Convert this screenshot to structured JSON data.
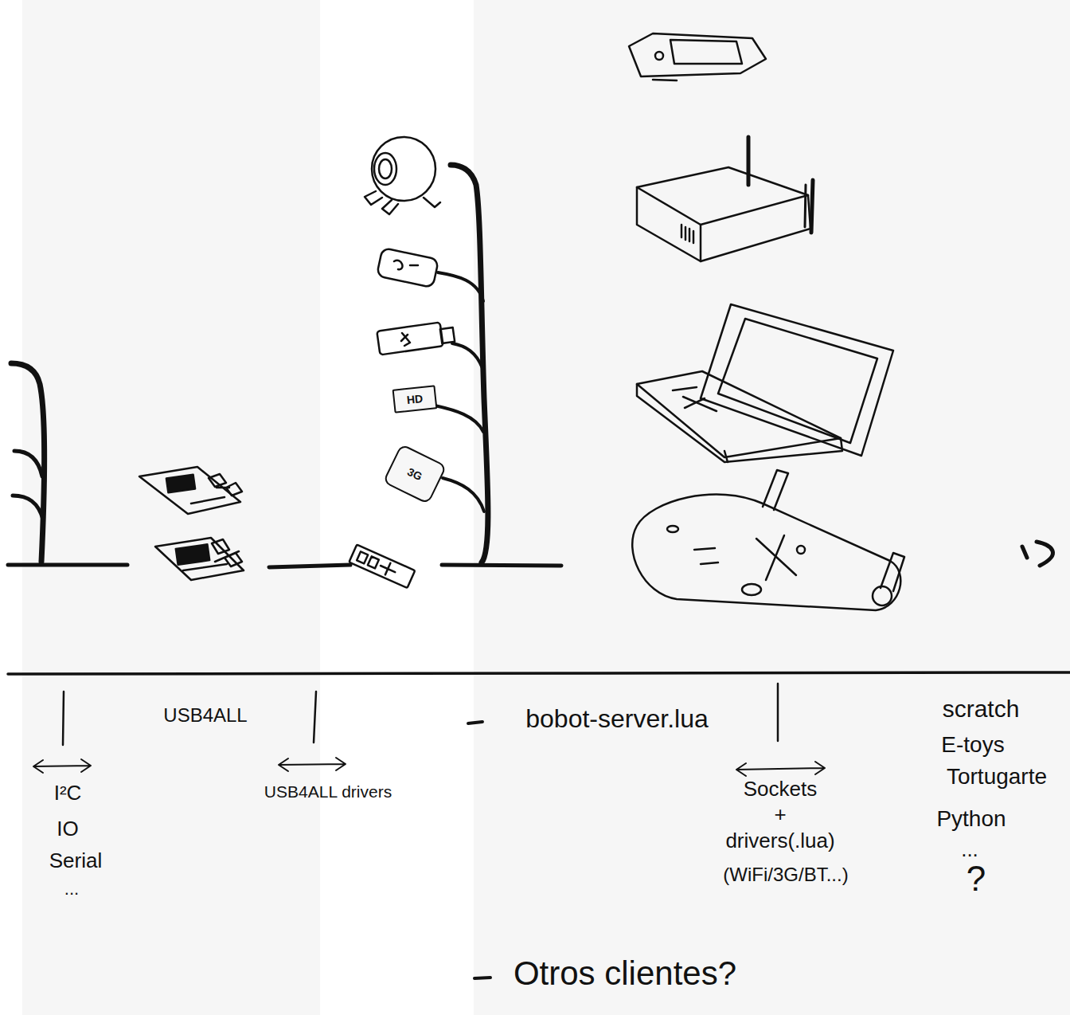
{
  "diagram": {
    "nodes": [
      {
        "text": [
          "HD"
        ]
      },
      {
        "text": [
          "3G"
        ]
      }
    ],
    "labels": [
      "USB4ALL",
      "I²C",
      "IO",
      "Serial",
      "...",
      "USB4ALL drivers",
      "bobot-server.lua",
      "Sockets",
      "+",
      "drivers(.lua)",
      "(WiFi/3G/BT...)",
      "scratch",
      "E-toys",
      "Tortugarte",
      "Python",
      "...",
      "?",
      "Otros clientes?"
    ]
  }
}
